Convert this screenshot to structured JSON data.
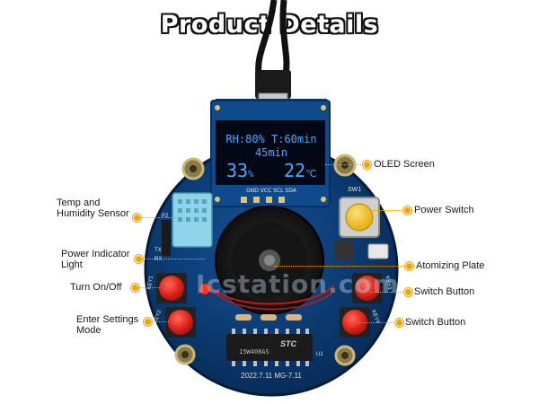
{
  "title": "Product Details",
  "oled": {
    "line1": "RH:80% T:60min",
    "line2": "45min",
    "humidity_value": "33",
    "humidity_unit": "%",
    "temp_value": "22",
    "temp_unit": "℃",
    "pin_labels": "GND VCC SCL SDA"
  },
  "board": {
    "chip_label": "STC",
    "chip_code": "15W408AS",
    "switch_label": "SW1",
    "bottom_text": "2022.7.11 MG-7.11",
    "side_labels": [
      "P2",
      "RX",
      "TX",
      "KEY1",
      "KEY2",
      "KEY3",
      "KEY4",
      "U1"
    ]
  },
  "callouts": {
    "oled_screen": "OLED Screen",
    "power_switch": "Power Switch",
    "temp_humidity_line1": "Temp and",
    "temp_humidity_line2": "Humidity Sensor",
    "power_indicator_line1": "Power Indicator",
    "power_indicator_line2": "Light",
    "atomizing_plate": "Atomizing Plate",
    "turn_on_off": "Turn On/Off",
    "switch_button_upper": "Switch Button",
    "enter_settings_line1": "Enter Settings",
    "enter_settings_line2": "Mode",
    "switch_button_lower": "Switch Button"
  },
  "colors": {
    "pcb": "#0a3f7a",
    "accent": "#f5a300",
    "button_red": "#e0231b",
    "oled_text": "#4aa8ff"
  },
  "watermark": "Icstation.com"
}
